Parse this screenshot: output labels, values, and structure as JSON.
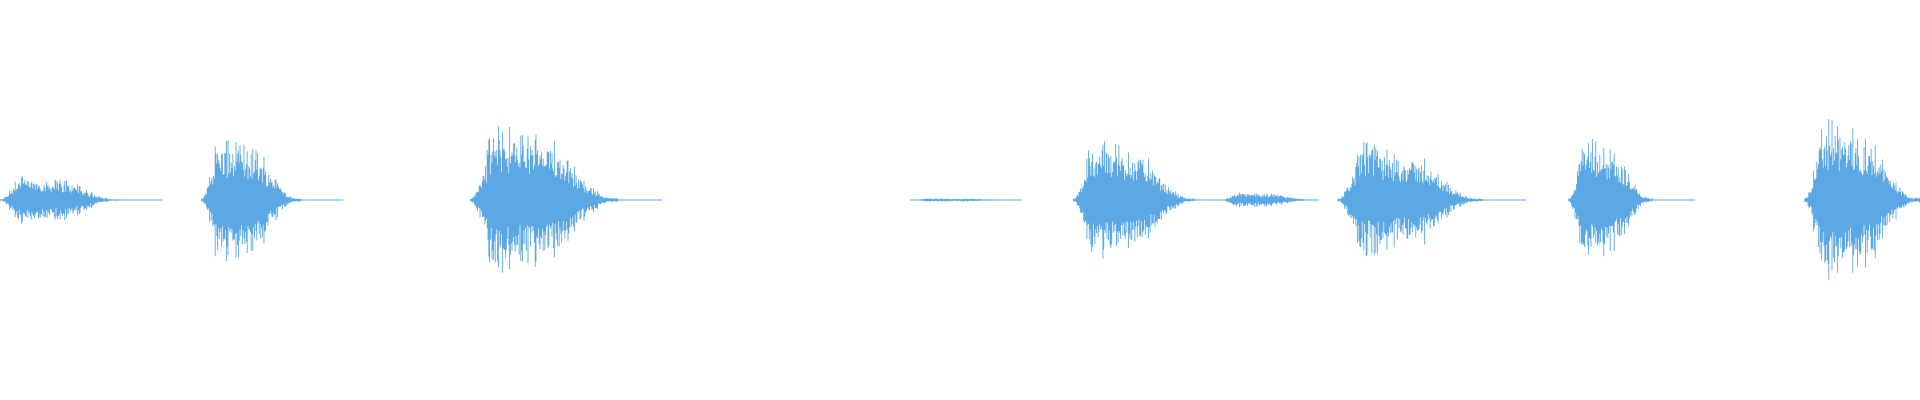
{
  "waveform": {
    "color": "#5ba8e4",
    "background": "#ffffff",
    "segments": [
      {
        "name": "segment-1",
        "start": 0.0,
        "end": 0.063,
        "peak": 0.13,
        "tail_end": 0.064
      },
      {
        "name": "segment-2",
        "start": 0.105,
        "end": 0.157,
        "peak": 0.33,
        "tail_end": 0.158
      },
      {
        "name": "segment-3",
        "start": 0.245,
        "end": 0.322,
        "peak": 0.4,
        "tail_end": 0.324
      },
      {
        "name": "segment-4",
        "start": 0.474,
        "end": 0.531,
        "peak": 0.01,
        "tail_end": 0.532
      },
      {
        "name": "segment-5",
        "start": 0.559,
        "end": 0.622,
        "peak": 0.33,
        "tail_end": 0.624
      },
      {
        "name": "segment-6",
        "start": 0.636,
        "end": 0.686,
        "peak": 0.04,
        "tail_end": 0.687
      },
      {
        "name": "segment-7",
        "start": 0.697,
        "end": 0.772,
        "peak": 0.3,
        "tail_end": 0.774
      },
      {
        "name": "segment-8",
        "start": 0.817,
        "end": 0.861,
        "peak": 0.33,
        "tail_end": 0.862
      },
      {
        "name": "segment-9",
        "start": 0.94,
        "end": 1.0,
        "peak": 0.43,
        "tail_end": 1.0
      }
    ]
  }
}
